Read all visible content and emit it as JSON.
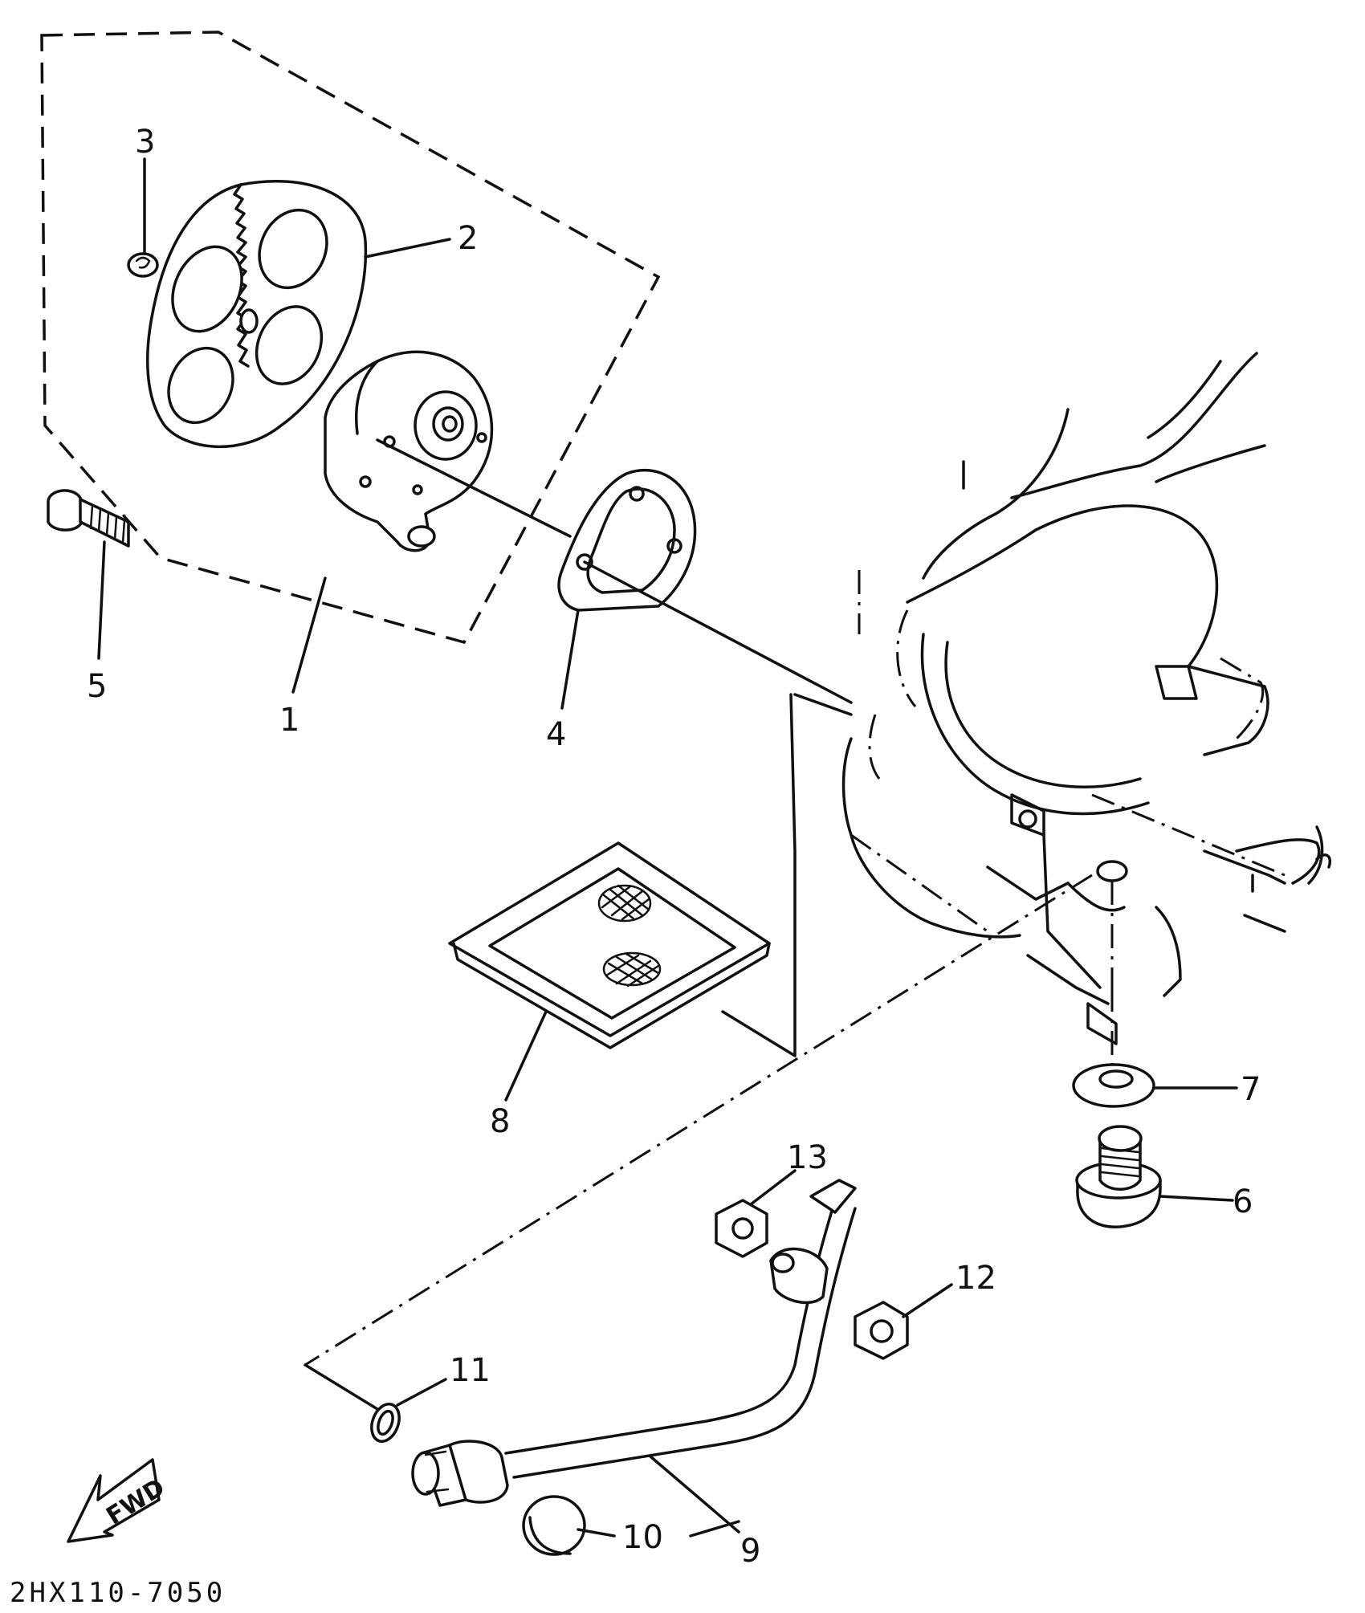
{
  "diagram": {
    "callouts": [
      {
        "id": "1",
        "text": "1"
      },
      {
        "id": "2",
        "text": "2"
      },
      {
        "id": "3",
        "text": "3"
      },
      {
        "id": "4",
        "text": "4"
      },
      {
        "id": "5",
        "text": "5"
      },
      {
        "id": "6",
        "text": "6"
      },
      {
        "id": "7",
        "text": "7"
      },
      {
        "id": "8",
        "text": "8"
      },
      {
        "id": "9",
        "text": "9"
      },
      {
        "id": "10",
        "text": "10"
      },
      {
        "id": "11",
        "text": "11"
      },
      {
        "id": "12",
        "text": "12"
      },
      {
        "id": "13",
        "text": "13"
      }
    ],
    "fwd_label": "FWD",
    "drawing_code": "2HX110-7050",
    "icons": [
      "gear-icon",
      "oil-pump-icon",
      "gasket-icon",
      "bolt-icon",
      "drain-plug-icon",
      "washer-icon",
      "strainer-icon",
      "oil-pipe-icon",
      "nut-icon",
      "o-ring-icon",
      "cap-icon",
      "fwd-arrow-icon",
      "crankcase-icon"
    ]
  }
}
